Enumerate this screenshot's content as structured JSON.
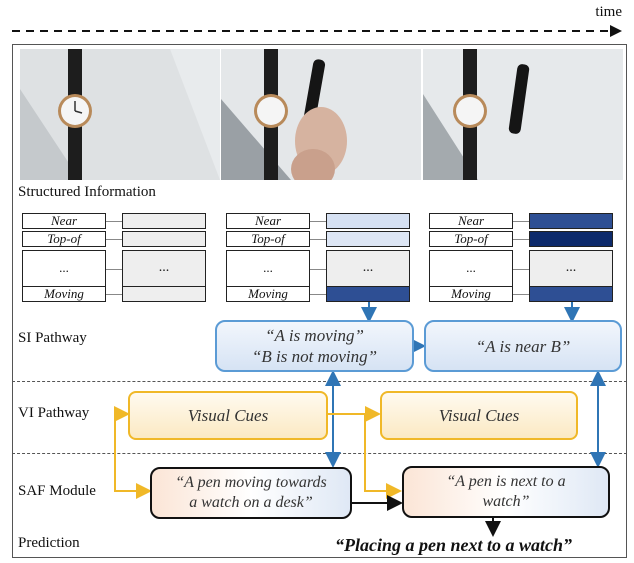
{
  "time_label": "time",
  "section_labels": {
    "structured": "Structured Information",
    "si": "SI Pathway",
    "vi": "VI Pathway",
    "saf": "SAF Module",
    "prediction": "Prediction"
  },
  "tables": [
    {
      "rows": [
        "Near",
        "Top-of",
        "...",
        "Moving"
      ],
      "cells": [
        "",
        "",
        "...",
        ""
      ],
      "cell_colors": [
        "#eeeeee",
        "#eeeeee",
        "#eeeeee",
        "#eeeeee"
      ]
    },
    {
      "rows": [
        "Near",
        "Top-of",
        "...",
        "Moving"
      ],
      "cells": [
        "",
        "",
        "...",
        ""
      ],
      "cell_colors": [
        "#d6e1f3",
        "#dde6f5",
        "#eeeeee",
        "#2e4f94"
      ]
    },
    {
      "rows": [
        "Near",
        "Top-of",
        "...",
        "Moving"
      ],
      "cells": [
        "",
        "",
        "...",
        ""
      ],
      "cell_colors": [
        "#2e4f94",
        "#0d2a6b",
        "#eeeeee",
        "#2e4f94"
      ]
    }
  ],
  "si_boxes": [
    {
      "line1": "“A is moving”",
      "line2": "“B is not moving”"
    },
    {
      "line1": "“A is near B”"
    }
  ],
  "vi_boxes": [
    "Visual Cues",
    "Visual Cues"
  ],
  "saf_boxes": [
    {
      "line1": "“A pen moving towards",
      "line2": "a watch on a desk”"
    },
    {
      "line1": "“A pen is next to a",
      "line2": "watch”"
    }
  ],
  "prediction": "“Placing a pen next to a watch”",
  "colors": {
    "si_border": "#5b9bd5",
    "vi_border": "#f0b828",
    "arrow_blue": "#2f75b5",
    "arrow_yellow": "#f0b828"
  }
}
